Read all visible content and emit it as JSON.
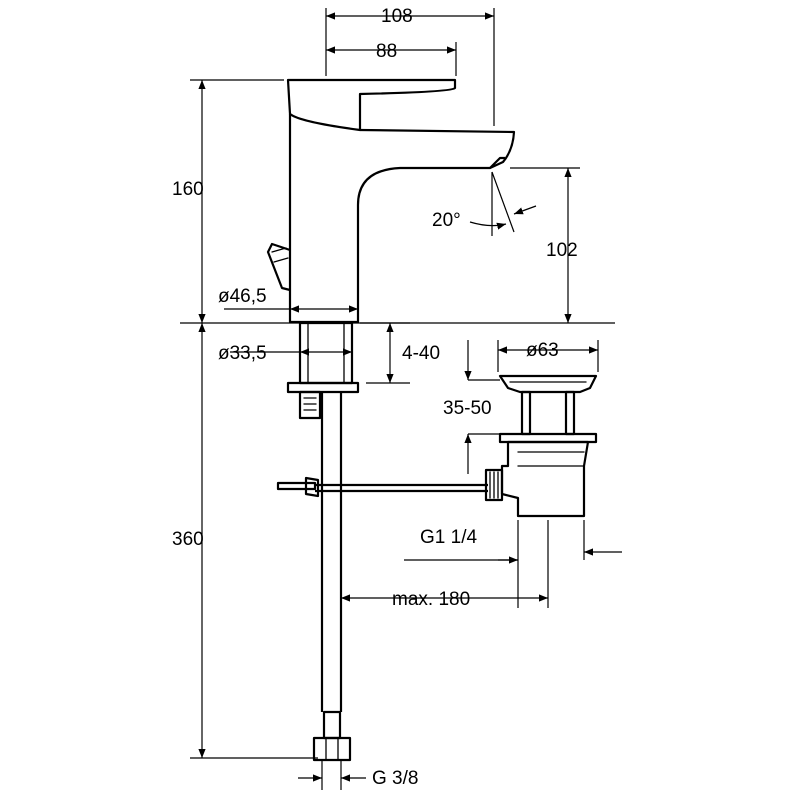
{
  "dimensions": {
    "width_total": "108",
    "width_handle": "88",
    "height_body": "160",
    "diameter_body": "ø46,5",
    "height_spout": "102",
    "spout_angle": "20°",
    "diameter_shank": "ø33,5",
    "mount_thickness": "4-40",
    "diameter_waste": "ø63",
    "waste_range": "35-50",
    "waste_thread": "G1 1/4",
    "hose_length": "360",
    "rod_length": "max. 180",
    "hose_thread": "G 3/8"
  },
  "colors": {
    "line": "#000000",
    "background": "#ffffff"
  }
}
